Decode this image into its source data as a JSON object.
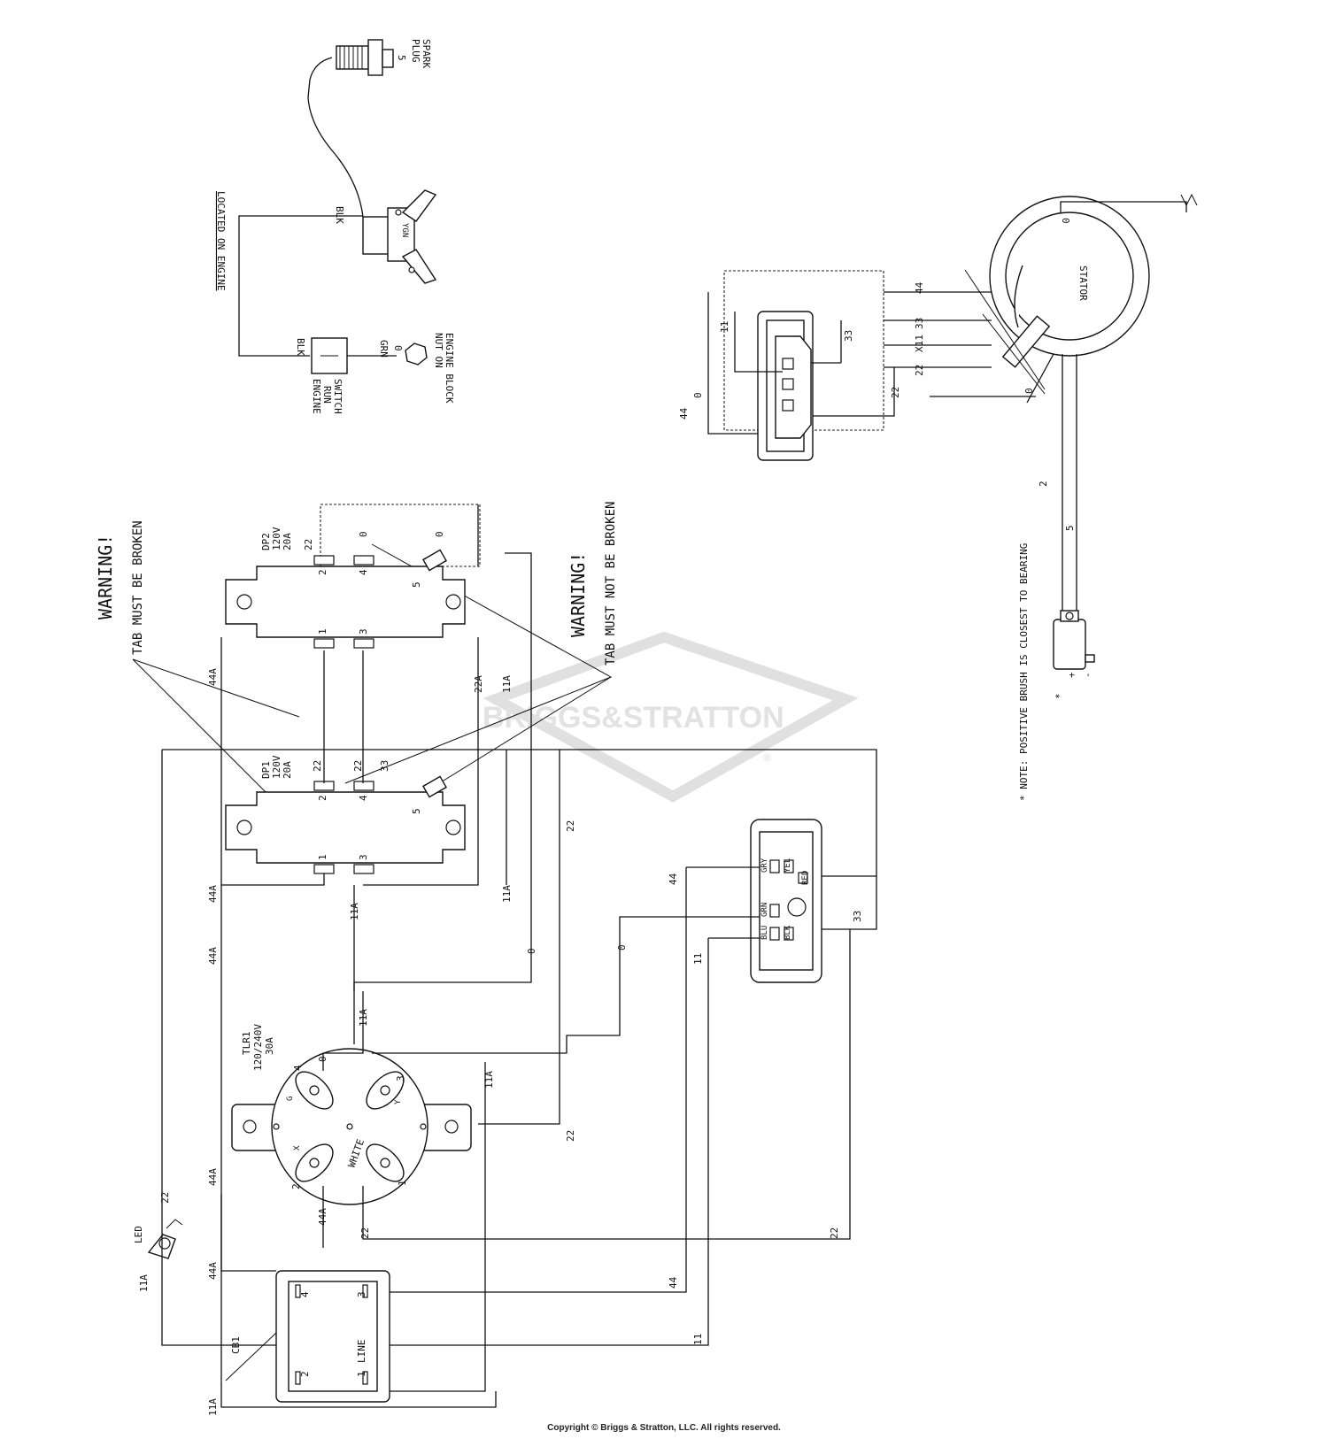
{
  "watermark": {
    "brand": "BRIGGS&STRATTON",
    "mark": "®"
  },
  "copyright": "Copyright © Briggs & Stratton, LLC. All rights reserved.",
  "engine": {
    "located_on_engine": "LOCATED ON ENGINE",
    "spark_plug": [
      "SPARK",
      "PLUG"
    ],
    "blk_coil": "BLK",
    "ygn": "YGN",
    "blk_switch": "BLK",
    "grn": "GRN",
    "zero": "0",
    "switch_label": [
      "ENGINE",
      "RUN",
      "SWITCH"
    ],
    "nut_label": [
      "NUT ON",
      "ENGINE BLOCK"
    ],
    "plug_num": "5"
  },
  "warnings": {
    "broken_1": "WARNING!",
    "broken_2": "TAB MUST BE BROKEN",
    "not_broken_1": "WARNING!",
    "not_broken_2": "TAB MUST NOT BE BROKEN"
  },
  "dp2": {
    "name": "DP2",
    "rating": [
      "120V",
      "20A"
    ],
    "terminals": [
      "1",
      "2",
      "3",
      "4",
      "5"
    ],
    "w22": "22",
    "w0": "0"
  },
  "dp1": {
    "name": "DP1",
    "rating": [
      "120V",
      "20A"
    ],
    "terminals": [
      "1",
      "2",
      "3",
      "4",
      "5"
    ],
    "w22a": "22",
    "w22b": "22",
    "w33": "33"
  },
  "tlr1": {
    "name": "TLR1",
    "rating": [
      "120/240V",
      "30A"
    ],
    "white": "WHITE",
    "terminals": [
      "1",
      "2",
      "3",
      "4"
    ],
    "markers": [
      "Y",
      "X",
      "G"
    ]
  },
  "cb1": {
    "name": "CB1",
    "line": "LINE",
    "terminals": [
      "1",
      "2",
      "3",
      "4"
    ]
  },
  "led": {
    "name": "LED"
  },
  "avr": {
    "pins": [
      "GRY",
      "GRN",
      "BLU",
      "YEL",
      "RED",
      "BLK"
    ]
  },
  "stator": {
    "name": "STATOR"
  },
  "brush": {
    "plus": "+",
    "minus": "-",
    "asterisk": "*"
  },
  "note": "* NOTE: POSITIVE BRUSH IS CLOSEST TO BEARING",
  "wire_labels": {
    "w44a": "44A",
    "w44": "44",
    "w11a": "11A",
    "w11": "11",
    "w22a": "22A",
    "w22": "22",
    "w33": "33",
    "w0": "0",
    "w2": "2",
    "w5": "5",
    "x11": "X11"
  }
}
